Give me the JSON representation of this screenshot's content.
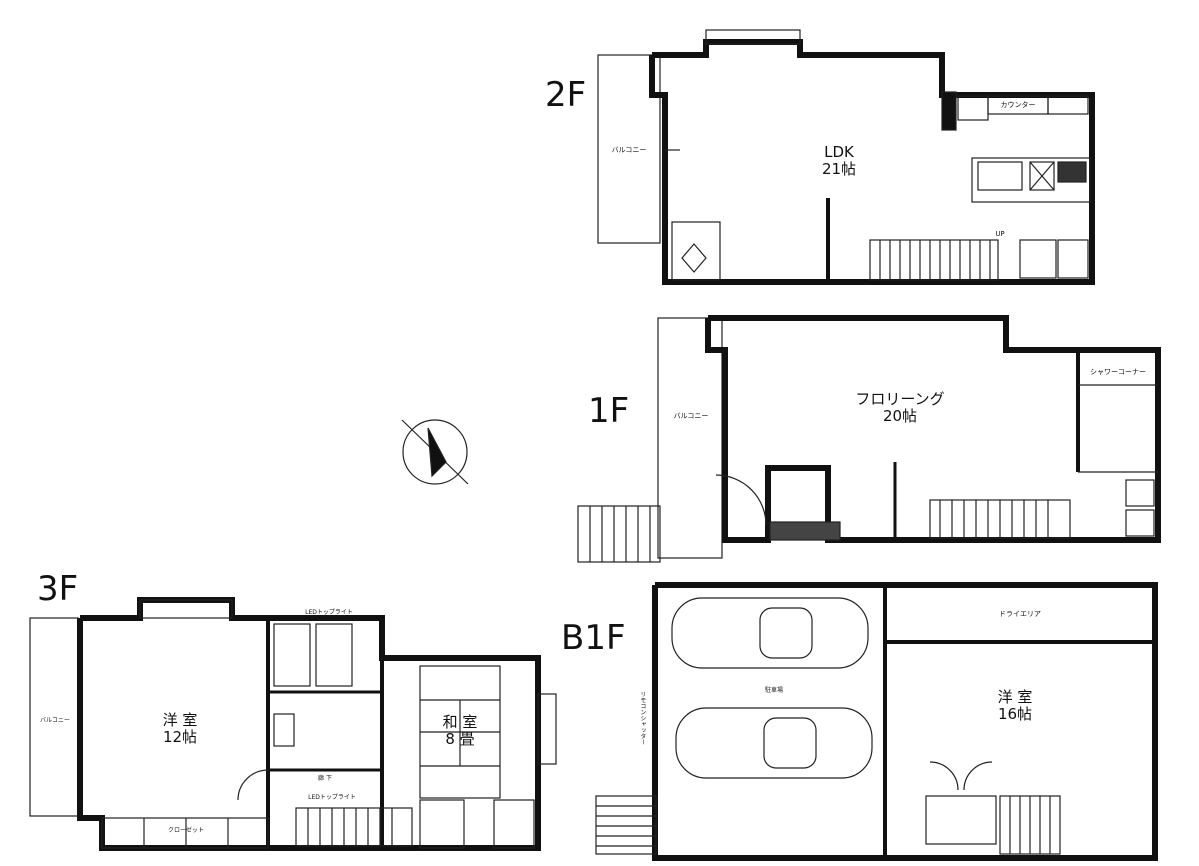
{
  "floors": {
    "f2": {
      "label": "2F",
      "ldk_name": "LDK",
      "ldk_size": "21帖",
      "balcony": "バルコニー",
      "counter": "カウンター",
      "up": "UP"
    },
    "f1": {
      "label": "1F",
      "room_name": "フロリーング",
      "room_size": "20帖",
      "balcony": "バルコニー",
      "shower": "シャワーコーナー"
    },
    "f3": {
      "label": "3F",
      "west_room_name": "洋 室",
      "west_room_size": "12帖",
      "jp_room_name": "和 室",
      "jp_room_size": "8 畳",
      "balcony": "バルコニー",
      "toplight_1": "LEDトップライト",
      "toplight_2": "LEDトップライト",
      "hall": "廊 下",
      "closet": "クローゼット"
    },
    "b1": {
      "label": "B1F",
      "dry_area": "ドライエリア",
      "room_name": "洋 室",
      "room_size": "16帖",
      "parking": "駐車場",
      "shutter": "リモコンシャッター"
    }
  },
  "compass": {
    "icon": "north-arrow-icon"
  },
  "colors": {
    "wall": "#111111",
    "line": "#222222",
    "background": "#ffffff"
  }
}
